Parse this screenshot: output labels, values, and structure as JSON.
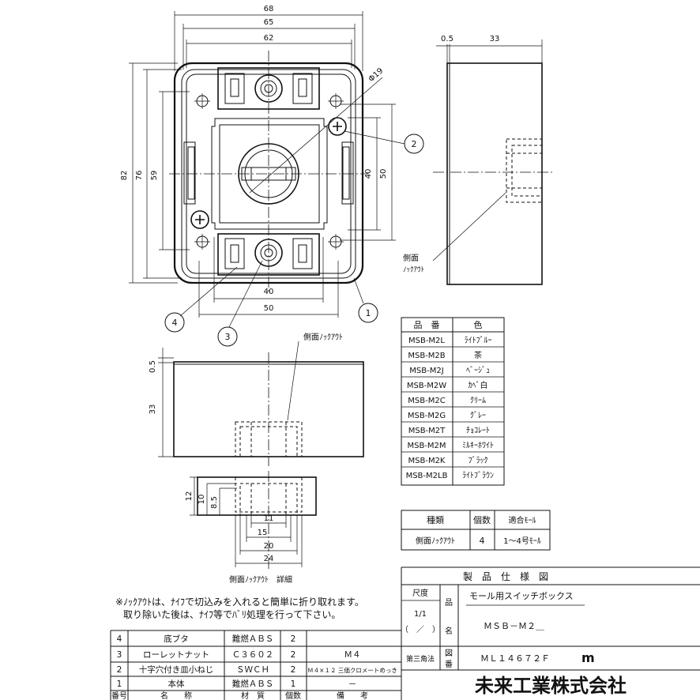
{
  "front_view": {
    "dims_top": [
      "68",
      "65",
      "62"
    ],
    "dims_left": [
      "82",
      "76",
      "59"
    ],
    "dims_right": [
      "40",
      "50"
    ],
    "dims_bottom": [
      "40",
      "50"
    ],
    "phi_label": "Φ19",
    "callouts": [
      "1",
      "2",
      "3",
      "4"
    ]
  },
  "side_view": {
    "dim_a": "0.5",
    "dim_b": "33",
    "knockout_label_1": "側面",
    "knockout_label_2": "ﾉｯｸｱｳﾄ"
  },
  "bottom_view": {
    "label": "側面ﾉｯｸｱｳﾄ",
    "dim_a": "0.5",
    "dim_b": "33"
  },
  "detail": {
    "dims_left": [
      "12",
      "10",
      "8.5"
    ],
    "dims_bottom": [
      "11",
      "15",
      "20",
      "24"
    ],
    "caption": "側面ﾉｯｸｱｳﾄ　詳細"
  },
  "color_table": {
    "headers": [
      "品　番",
      "色"
    ],
    "rows": [
      [
        "MSB-M2L",
        "ﾗｲﾄﾌﾞﾙｰ"
      ],
      [
        "MSB-M2B",
        "茶"
      ],
      [
        "MSB-M2J",
        "ﾍﾞｰｼﾞｭ"
      ],
      [
        "MSB-M2W",
        "ｶﾍﾞ白"
      ],
      [
        "MSB-M2C",
        "ｸﾘｰﾑ"
      ],
      [
        "MSB-M2G",
        "ｸﾞﾚｰ"
      ],
      [
        "MSB-M2T",
        "ﾁｮｺﾚｰﾄ"
      ],
      [
        "MSB-M2M",
        "ﾐﾙｷｰﾎﾜｲﾄ"
      ],
      [
        "MSB-M2K",
        "ﾌﾞﾗｯｸ"
      ],
      [
        "MSB-M2LB",
        "ﾗｲﾄﾌﾞﾗｳﾝ"
      ]
    ]
  },
  "knockout_table": {
    "headers": [
      "種類",
      "個数",
      "適合ﾓｰﾙ"
    ],
    "row": [
      "側面ﾉｯｸｱｳﾄ",
      "4",
      "1～4号ﾓｰﾙ"
    ]
  },
  "note": {
    "line1": "※ﾉｯｸｱｳﾄは、ﾅｲﾌで切込みを入れると簡単に折り取れます。",
    "line2": "取り除いた後は、ﾅｲﾌ等でﾊﾞﾘ処理を行って下さい。"
  },
  "parts_table": {
    "headers": [
      "番号",
      "名　　称",
      "材　質",
      "個数",
      "備　　考"
    ],
    "rows": [
      [
        "4",
        "底ブタ",
        "難燃ＡＢＳ",
        "2",
        ""
      ],
      [
        "3",
        "ローレットナット",
        "Ｃ３６０２",
        "2",
        "Ｍ４"
      ],
      [
        "2",
        "十字穴付き皿小ねじ",
        "ＳＷＣＨ",
        "2",
        "Ｍ４×１２ 三価クロメートめっき"
      ],
      [
        "1",
        "本体",
        "難燃ＡＢＳ",
        "1",
        "－"
      ]
    ]
  },
  "title_block": {
    "title": "製　品　仕　様　図",
    "scale_label": "尺度",
    "scale_value": "1/1",
    "scale_alt": "（　／　）",
    "name_label_1": "品",
    "name_label_2": "名",
    "product_name": "モール用スイッチボックス",
    "model": "ＭＳＢ－Ｍ２＿",
    "projection": "第三角法",
    "drawing_label_1": "図",
    "drawing_label_2": "番",
    "drawing_number": "ＭＬ１４６７２Ｆ",
    "logo_mark": "m",
    "company": "未来工業株式会社"
  }
}
